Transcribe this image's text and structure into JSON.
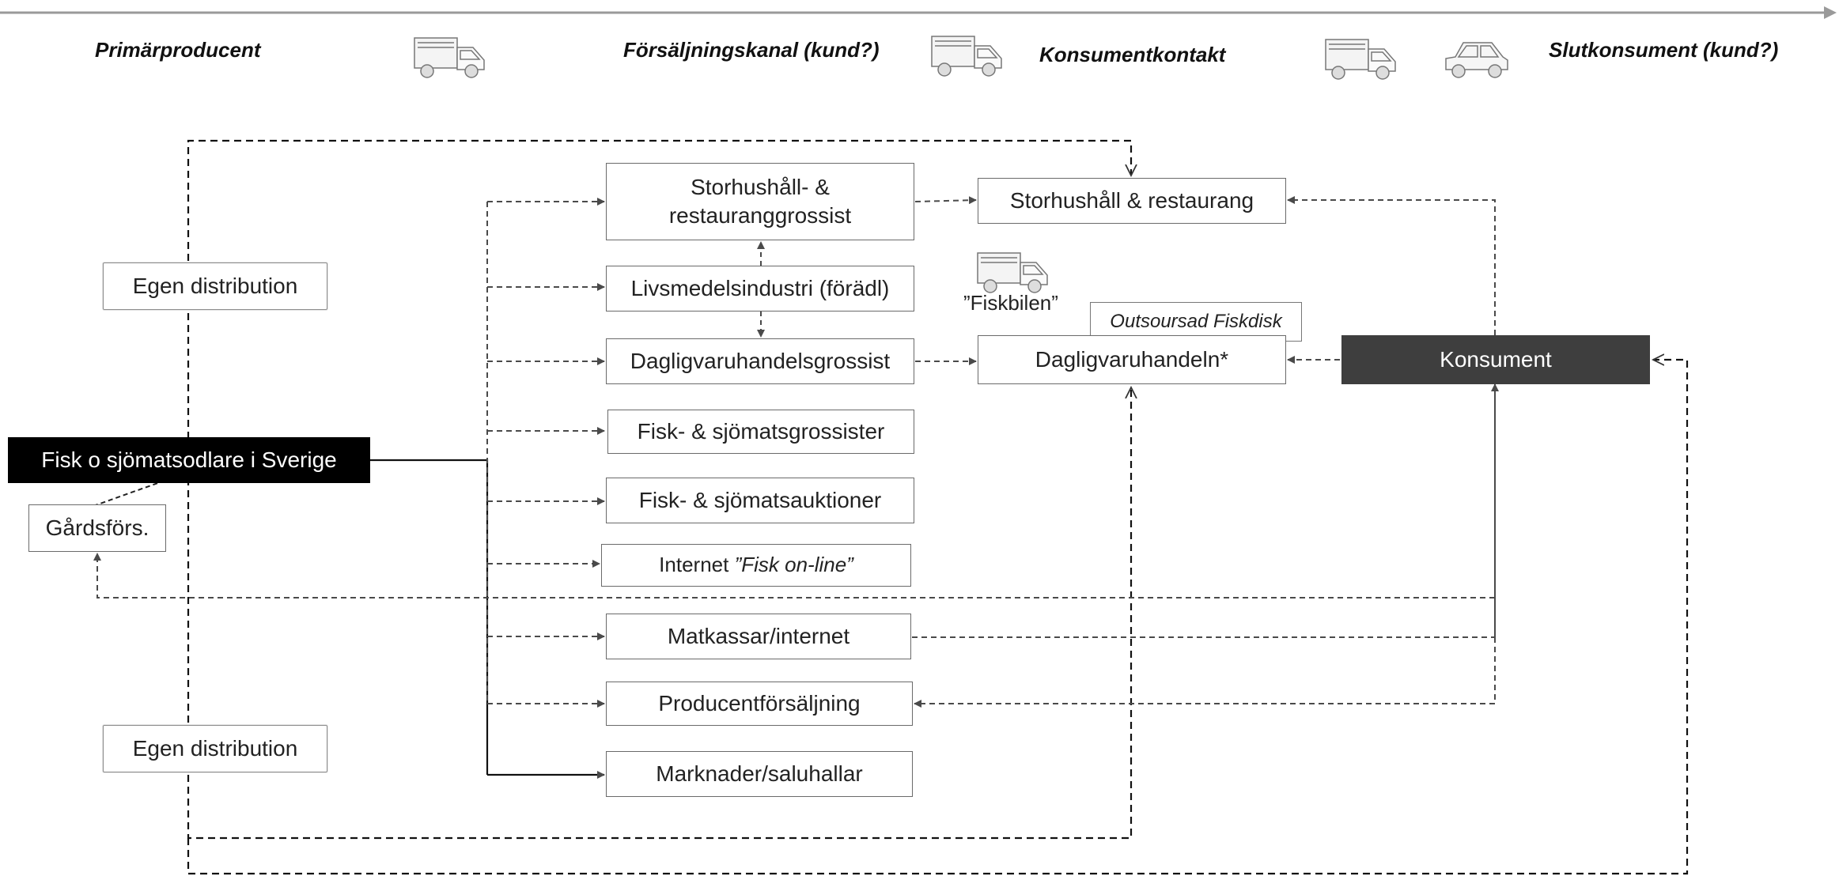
{
  "stages": [
    {
      "id": "primar",
      "label": "Primärproducent"
    },
    {
      "id": "forsaljning",
      "label": "Försäljningskanal (kund?)"
    },
    {
      "id": "konsumentkontakt",
      "label": "Konsumentkontakt"
    },
    {
      "id": "slutkonsument",
      "label": "Slutkonsument (kund?)"
    }
  ],
  "boxes": {
    "fisk_odlare": "Fisk o sjömatsodlare i Sverige",
    "gardsfors": "Gårdsförs.",
    "egen_dist_top": "Egen distribution",
    "egen_dist_bottom": "Egen distribution",
    "storhushall_grossist": "Storhushåll- & restauranggrossist",
    "livsmedelsindustri": "Livsmedelsindustri (förädl)",
    "dagligvaru_grossist": "Dagligvaruhandelsgrossist",
    "fisk_grossister": "Fisk- & sjömatsgrossister",
    "fisk_auktioner": "Fisk- & sjömatsauktioner",
    "internet_prefix": "Internet ",
    "internet_italic": "”Fisk on-line”",
    "matkassar": "Matkassar/internet",
    "producentforsaljning": "Producentförsäljning",
    "marknader": "Marknader/saluhallar",
    "storhushall_restaurang": "Storhushåll & restaurang",
    "dagligvaruhandeln": "Dagligvaruhandeln*",
    "outsoursad": "Outsoursad Fiskdisk",
    "fiskbilen": "”Fiskbilen”",
    "konsument": "Konsument"
  },
  "icons": [
    "truck-icon",
    "truck-icon",
    "truck-icon",
    "truck-icon",
    "car-icon"
  ],
  "colors": {
    "konsument_fill": "#3e3e3e",
    "producer_fill": "#000000",
    "line": "#555555"
  }
}
